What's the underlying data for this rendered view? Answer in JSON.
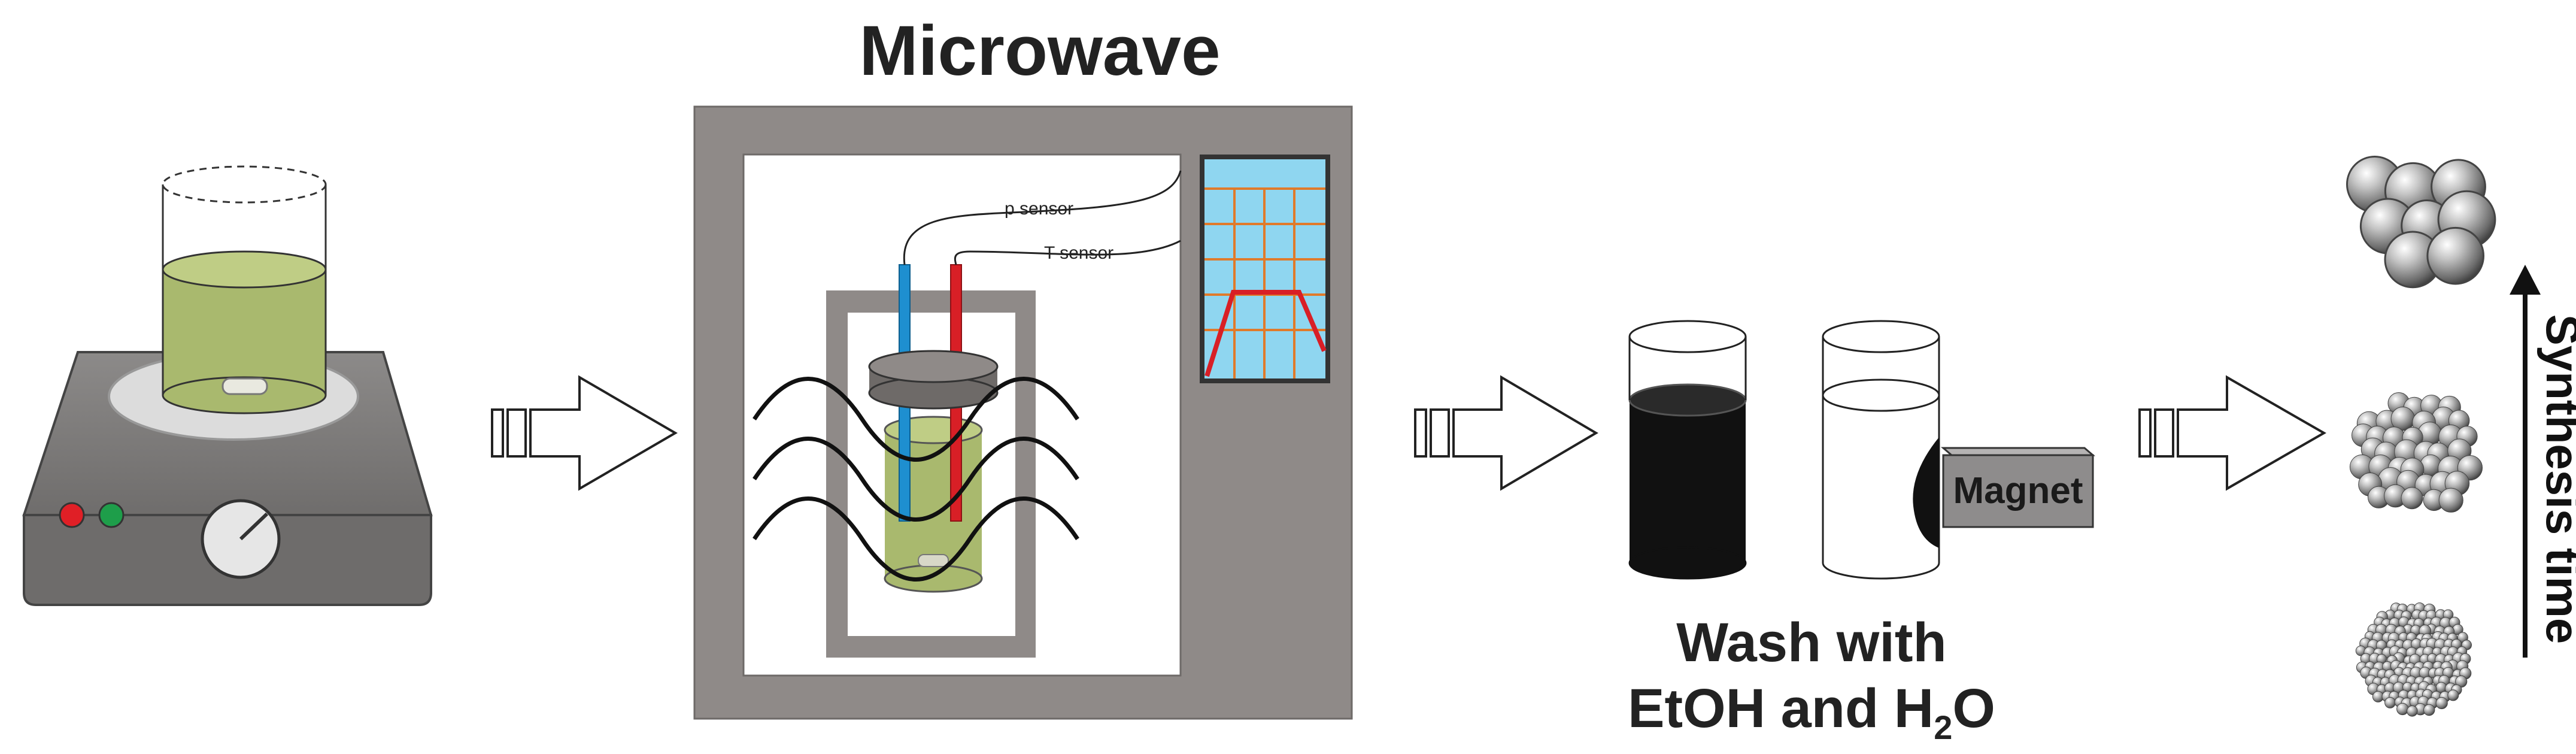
{
  "microwave": {
    "title": "Microwave",
    "p_sensor_label": "p sensor",
    "t_sensor_label": "T sensor"
  },
  "washing": {
    "magnet_label": "Magnet",
    "caption_line1": "Wash with",
    "caption_line2_prefix": "EtOH and H",
    "caption_line2_subscript": "2",
    "caption_line2_suffix": "O"
  },
  "result": {
    "axis_label": "Synthesis time"
  },
  "colors": {
    "solution_green": "#a9b96e",
    "microwave_frame": "#8f8a88",
    "hotplate": "#7a7877",
    "monitor_screen": "#8fd6f0",
    "monitor_grid": "#e07a2a",
    "temperature_profile": "#d81f26",
    "blue_rod": "#1e8fd0",
    "red_rod": "#d81f26",
    "led_red": "#e01f26",
    "led_green": "#1e9e4a",
    "magnet_gray": "#8e8c8c",
    "dark_suspension": "#111111"
  }
}
